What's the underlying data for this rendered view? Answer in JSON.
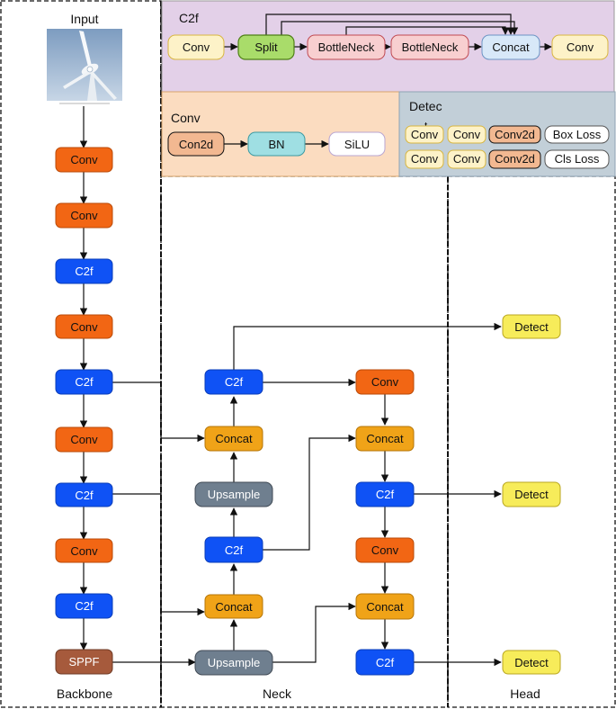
{
  "sections": {
    "input": "Input",
    "backbone": "Backbone",
    "neck": "Neck",
    "head": "Head"
  },
  "panels": {
    "c2f": {
      "title": "C2f",
      "nodes": [
        "Conv",
        "Split",
        "BottleNeck",
        "BottleNeck",
        "Concat",
        "Conv"
      ]
    },
    "conv": {
      "title": "Conv",
      "nodes": [
        "Con2d",
        "BN",
        "SiLU"
      ]
    },
    "detect": {
      "title": "Detec",
      "title_tail": "t",
      "row1": [
        "Conv",
        "Conv",
        "Conv2d",
        "Box Loss"
      ],
      "row2": [
        "Conv",
        "Conv",
        "Conv2d",
        "Cls Loss"
      ]
    }
  },
  "backbone": [
    "Conv",
    "Conv",
    "C2f",
    "Conv",
    "C2f",
    "Conv",
    "C2f",
    "Conv",
    "C2f",
    "SPPF"
  ],
  "neck_col1": [
    "C2f",
    "Concat",
    "Upsample",
    "C2f",
    "Concat",
    "Upsample"
  ],
  "neck_col2": [
    "Conv",
    "Concat",
    "C2f",
    "Conv",
    "Concat",
    "C2f"
  ],
  "head": [
    "Detect",
    "Detect",
    "Detect"
  ],
  "colors": {
    "conv": "#f26614",
    "c2f": "#0f52f5",
    "sppf": "#a65a3c",
    "concat": "#f0a318",
    "upsample": "#6f7f8f",
    "detect": "#f7ec5a",
    "panel_c2f": "#e3d0e8",
    "panel_conv": "#fbdcc0",
    "panel_detect": "#c2cfd8"
  }
}
